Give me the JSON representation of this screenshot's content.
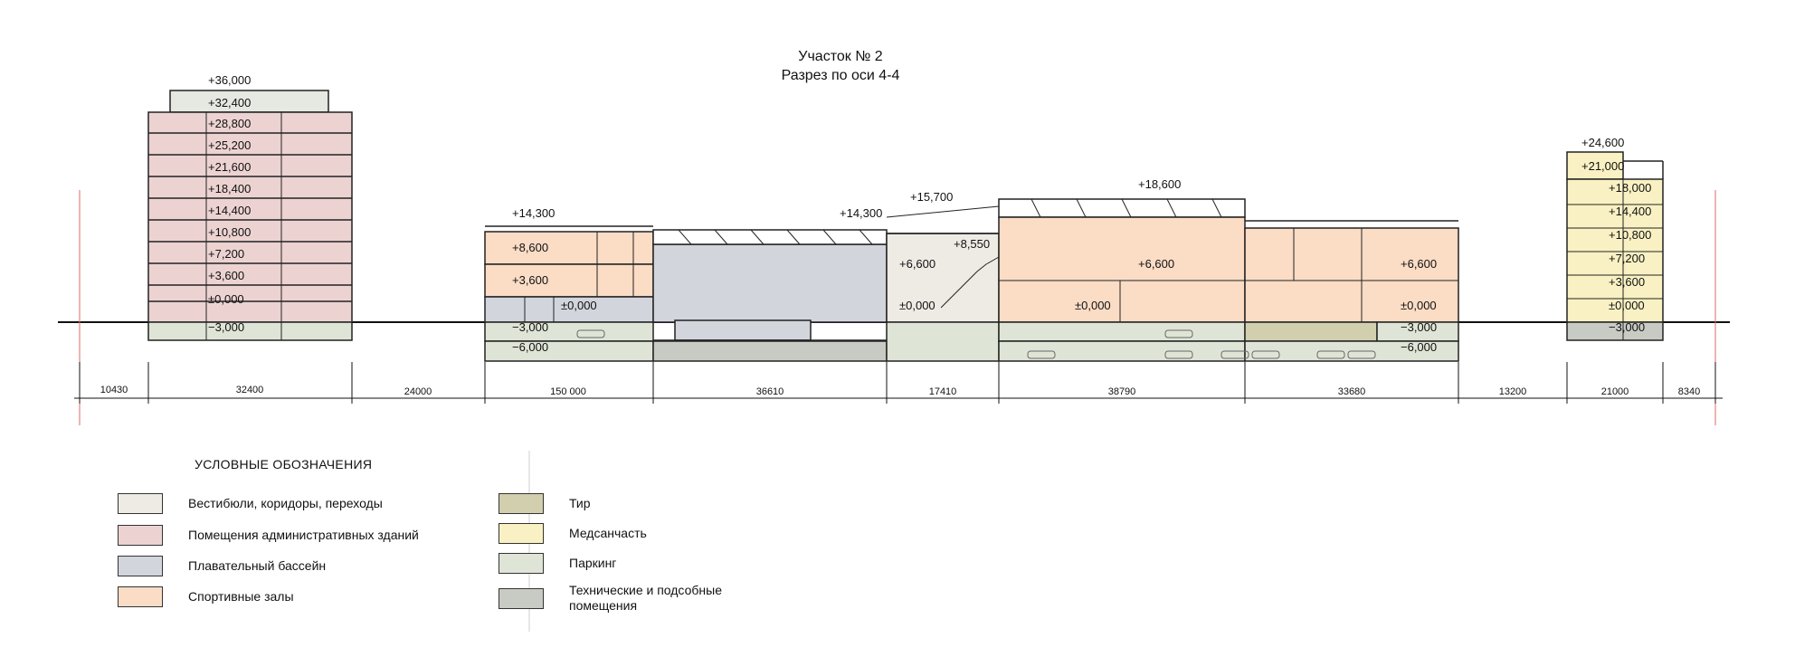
{
  "title": {
    "line1": "Участок № 2",
    "line2": "Разрез по оси 4-4"
  },
  "colors": {
    "lobby": "#eeebe5",
    "admin": "#ecd3d2",
    "pool": "#d2d5dc",
    "sport": "#fbdcc5",
    "shooting": "#d1cfae",
    "medical": "#f9f1c3",
    "parking": "#dfe5d6",
    "technical": "#c8cbc4"
  },
  "elevations": {
    "admin": [
      "+36,000",
      "+32,400",
      "+28,800",
      "+25,200",
      "+21,600",
      "+18,400",
      "+14,400",
      "+10,800",
      "+7,200",
      "+3,600",
      "±0,000",
      "−3,000"
    ],
    "sport_left": [
      "+14,300",
      "+8,600",
      "+3,600",
      "±0,000",
      "−3,000",
      "−6,000"
    ],
    "pool": [
      "+14,300",
      "+15,700"
    ],
    "center": [
      "+8,550",
      "+6,600",
      "±0,000"
    ],
    "hall": [
      "+18,600",
      "+6,600",
      "±0,000"
    ],
    "sport_right": [
      "+6,600",
      "±0,000",
      "−3,000",
      "−6,000"
    ],
    "medical": [
      "+24,600",
      "+21,000",
      "+18,000",
      "+14,400",
      "+10,800",
      "+7,200",
      "+3,600",
      "±0,000",
      "−3,000"
    ]
  },
  "dimensions": [
    "10430",
    "32400",
    "24000",
    "150 000",
    "36610",
    "17410",
    "38790",
    "33680",
    "13200",
    "21000",
    "8340"
  ],
  "legend": {
    "title": "УСЛОВНЫЕ ОБОЗНАЧЕНИЯ",
    "items": [
      {
        "label": "Вестибюли, коридоры, переходы",
        "color": "#eeebe5"
      },
      {
        "label": "Помещения административных зданий",
        "color": "#ecd3d2"
      },
      {
        "label": "Плавательный бассейн",
        "color": "#d2d5dc"
      },
      {
        "label": "Спортивные залы",
        "color": "#fbdcc5"
      },
      {
        "label": "Тир",
        "color": "#d1cfae"
      },
      {
        "label": "Медсанчасть",
        "color": "#f9f1c3"
      },
      {
        "label": "Паркинг",
        "color": "#dfe5d6"
      },
      {
        "label": "Технические и подсобные\nпомещения",
        "color": "#c8cbc4"
      }
    ]
  }
}
